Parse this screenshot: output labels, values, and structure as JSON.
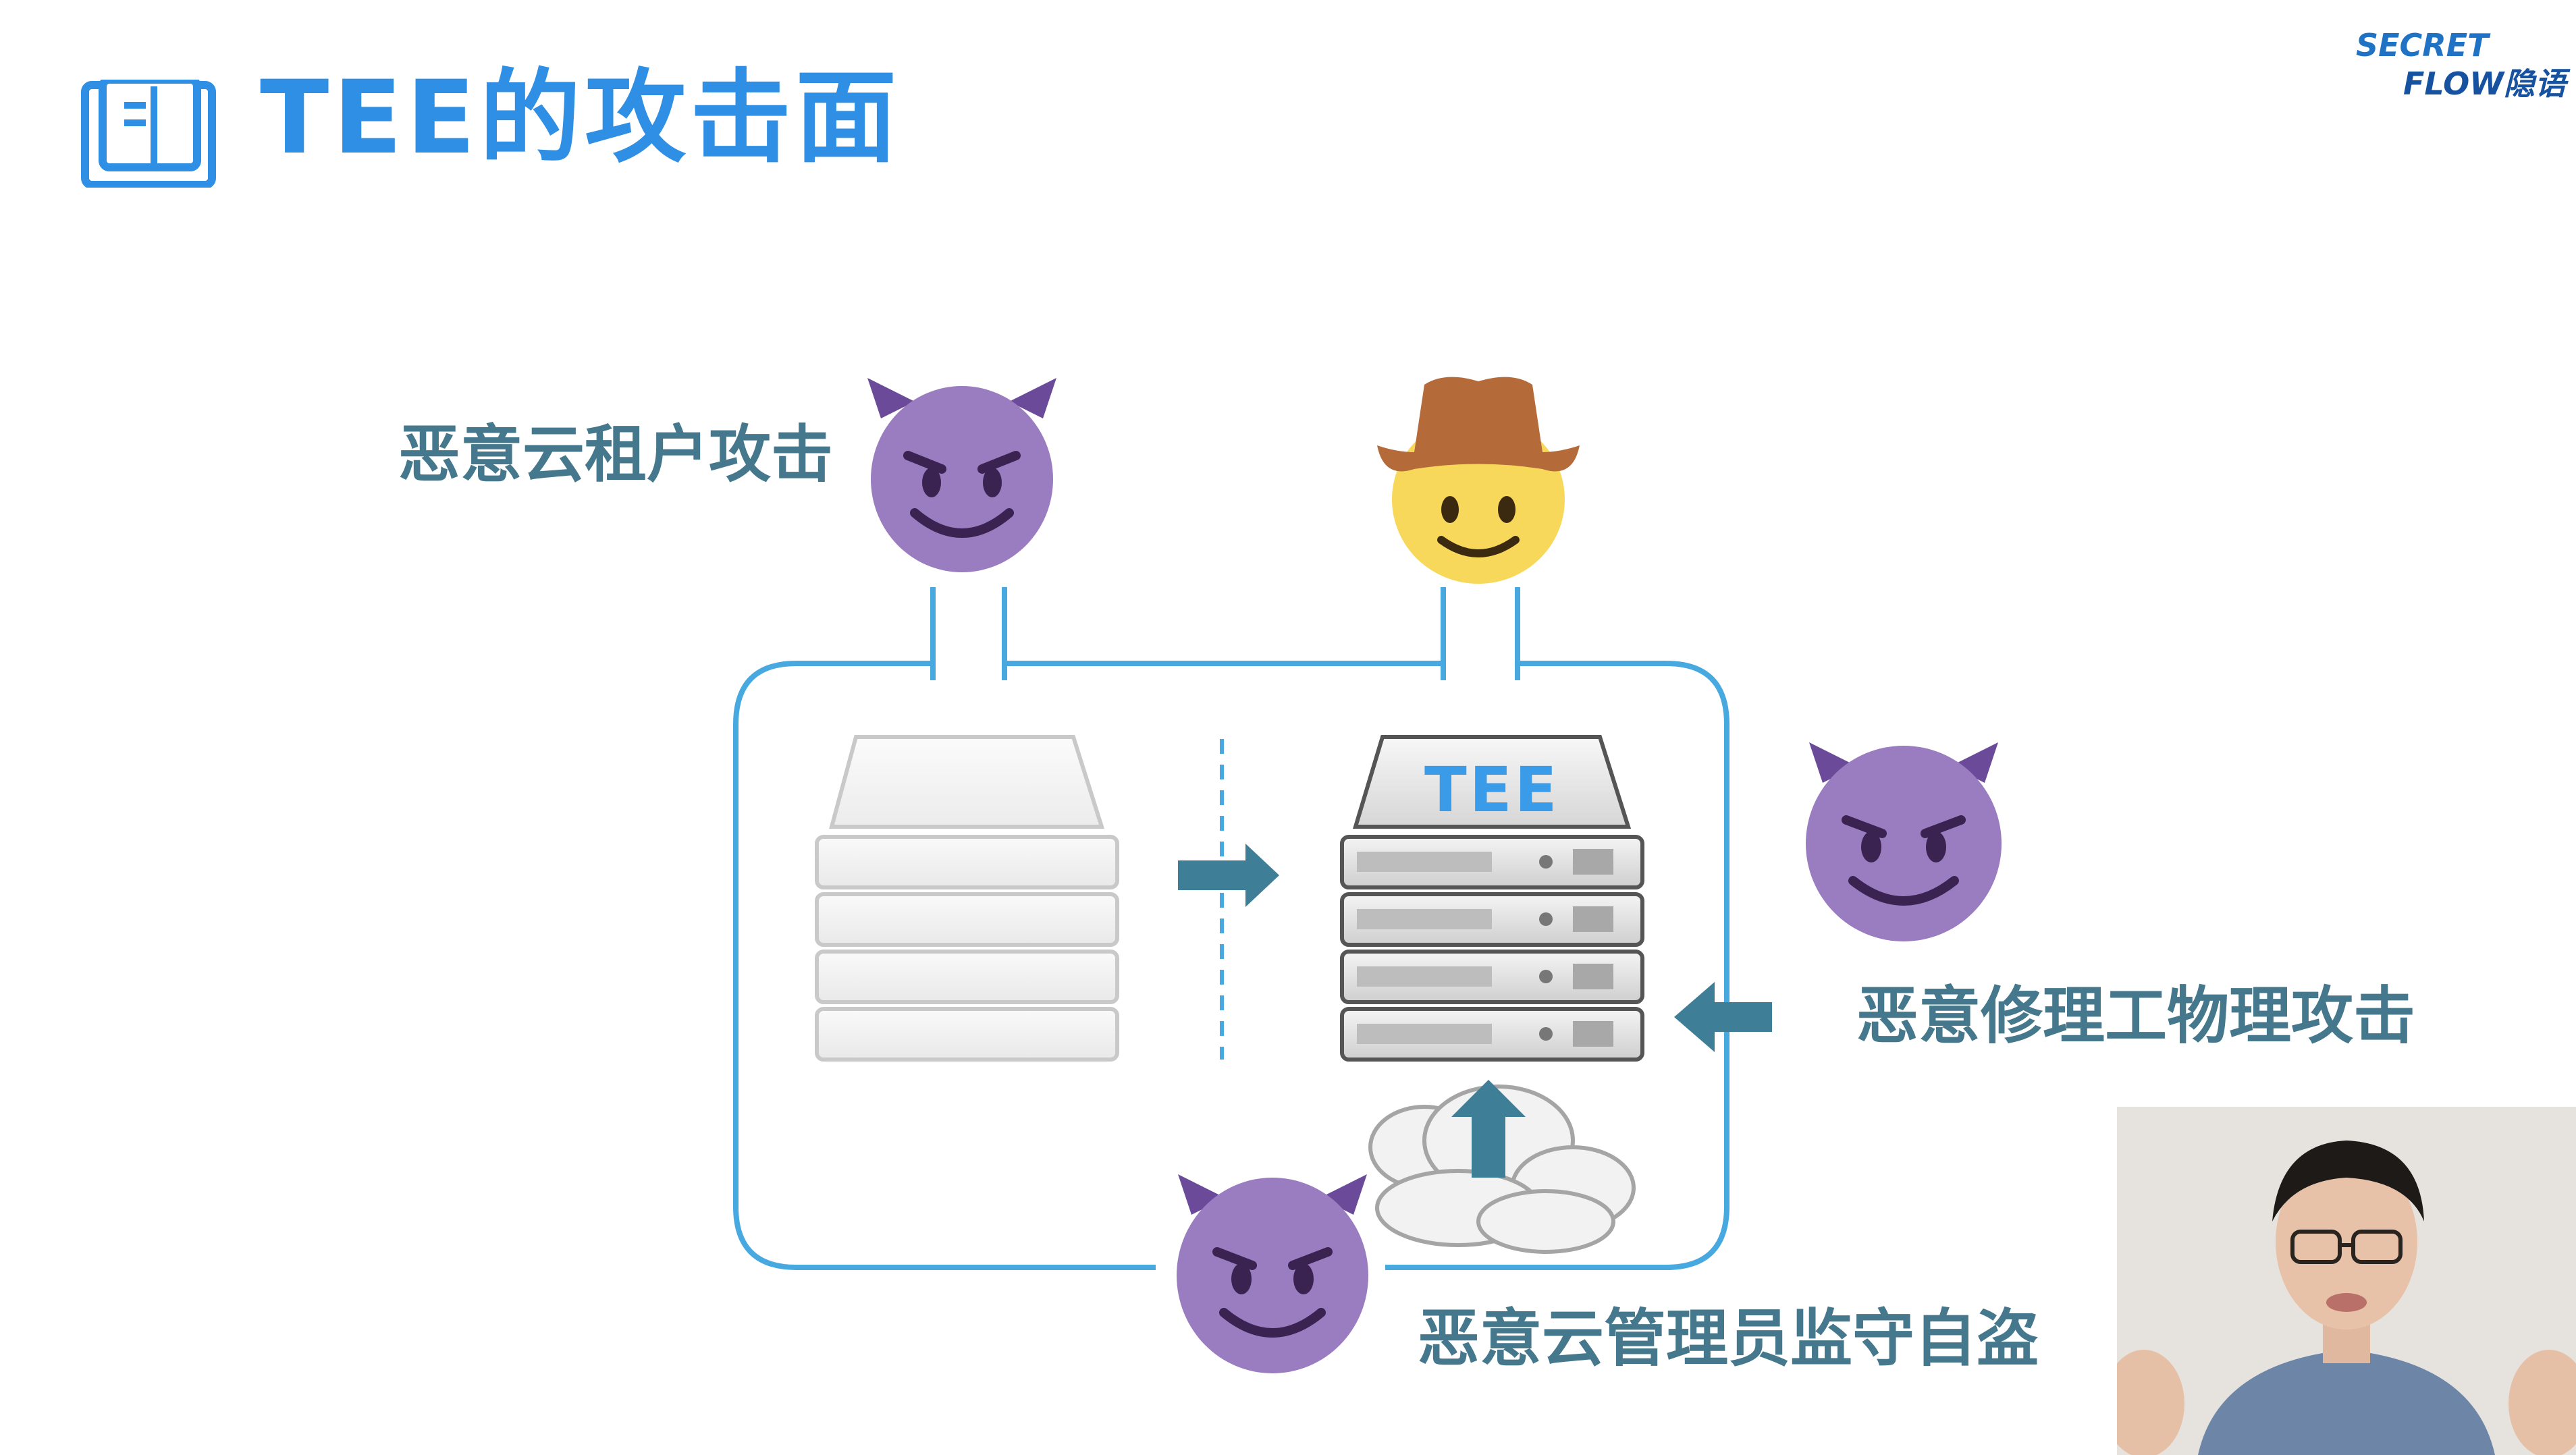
{
  "slide": {
    "title": "TEE的攻击面"
  },
  "logo": {
    "line1": "SECRET",
    "line2": "FLOW隐语"
  },
  "labels": {
    "tenant_attack": "恶意云租户攻击",
    "repair_attack": "恶意修理工物理攻击",
    "admin_attack": "恶意云管理员监守自盗"
  },
  "server": {
    "tee_label": "TEE"
  },
  "icons": {
    "title": "book-icon",
    "devil": "smiling-devil-icon",
    "user": "cowboy-face-icon",
    "cloud": "cloud-icon",
    "arrow": "arrow-icon"
  },
  "colors": {
    "title": "#2f8fe4",
    "label": "#45788c",
    "frame": "#48a8e0",
    "arrow": "#3e7f97",
    "devil": "#9a7cc0",
    "devil_horn": "#6b4a9a"
  }
}
